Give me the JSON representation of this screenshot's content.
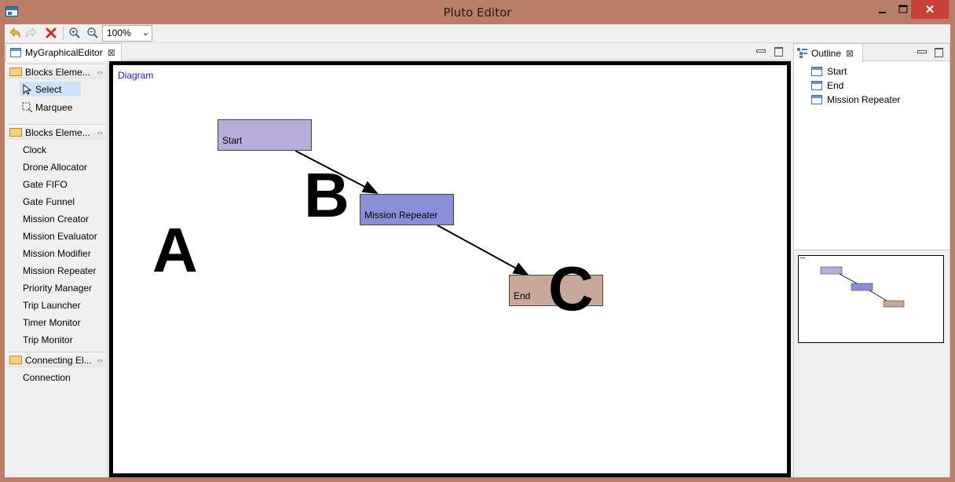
{
  "window": {
    "title": "Pluto Editor"
  },
  "toolbar": {
    "undo_icon": "undo-icon",
    "redo_icon": "redo-icon",
    "delete_icon": "delete-icon",
    "zoom_in_icon": "zoom-in-icon",
    "zoom_out_icon": "zoom-out-icon",
    "zoom_value": "100%"
  },
  "editor": {
    "tab_label": "MyGraphicalEditor",
    "palette": {
      "drawer_tools_label": "Blocks Eleme...",
      "tools": [
        {
          "label": "Select",
          "icon": "arrow-cursor-icon"
        },
        {
          "label": "Marquee",
          "icon": "marquee-icon"
        }
      ],
      "drawer_blocks_label": "Blocks Eleme...",
      "blocks": [
        "Clock",
        "Drone Allocator",
        "Gate FIFO",
        "Gate Funnel",
        "Mission Creator",
        "Mission Evaluator",
        "Mission Modifier",
        "Mission Repeater",
        "Priority Manager",
        "Trip Launcher",
        "Timer Monitor",
        "Trip Monitor"
      ],
      "drawer_connecting_label": "Connecting El...",
      "connections": [
        "Connection"
      ]
    },
    "diagram": {
      "label": "Diagram",
      "nodes": [
        {
          "label": "Start",
          "color": "#b9aedb"
        },
        {
          "label": "Mission Repeater",
          "color": "#8a90d8"
        },
        {
          "label": "End",
          "color": "#c8a898"
        }
      ],
      "annotations": [
        "A",
        "B",
        "C"
      ]
    }
  },
  "outline": {
    "tab_label": "Outline",
    "items": [
      "Start",
      "End",
      "Mission Repeater"
    ]
  }
}
